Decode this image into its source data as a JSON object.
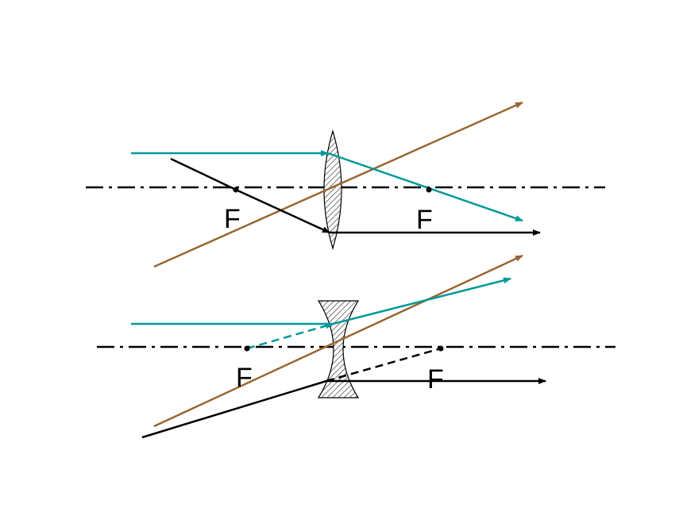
{
  "diagram": {
    "colors": {
      "background": "#ffffff",
      "axis": "#000000",
      "ray_black": "#000000",
      "ray_teal": "#00999a",
      "ray_brown": "#996633",
      "lens_fill_hatch": "#666666"
    },
    "converging_lens": {
      "focus_left_label": "F",
      "focus_right_label": "F"
    },
    "diverging_lens": {
      "focus_left_label": "F",
      "focus_right_label": "F"
    }
  }
}
